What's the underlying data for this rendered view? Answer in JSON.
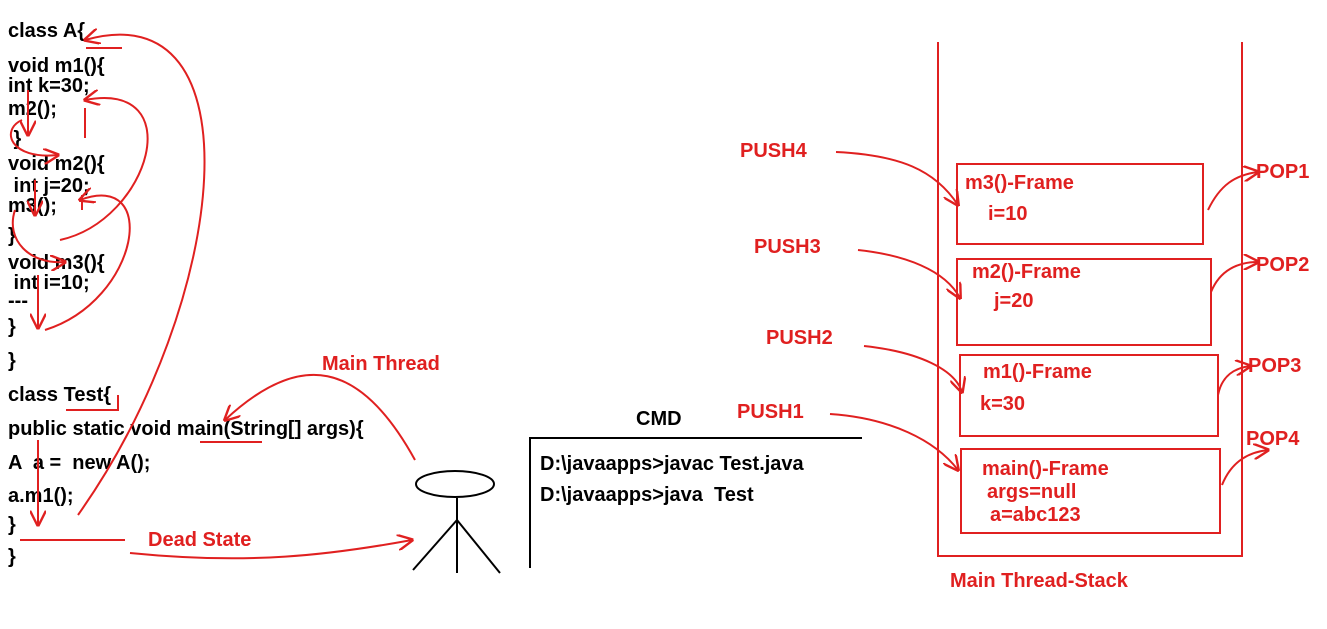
{
  "code_lines": [
    "class A{",
    "void m1(){",
    "int k=30;",
    "m2();",
    " }",
    "void m2(){",
    " int j=20;",
    "m3();",
    "}",
    "void m3(){",
    " int i=10;",
    "---",
    "}",
    "}",
    "class Test{",
    "public static void main(String[] args){",
    "A  a =  new A();",
    "a.m1();",
    "}",
    "}"
  ],
  "labels": {
    "main_thread": "Main Thread",
    "dead_state": "Dead State",
    "cmd_title": "CMD",
    "stack_title": "Main Thread-Stack"
  },
  "cmd_lines": [
    "D:\\javaapps>javac Test.java",
    "D:\\javaapps>java  Test"
  ],
  "push_labels": [
    "PUSH4",
    "PUSH3",
    "PUSH2",
    "PUSH1"
  ],
  "pop_labels": [
    "POP1",
    "POP2",
    "POP3",
    "POP4"
  ],
  "frames": [
    {
      "name": "m3()-Frame",
      "vars": [
        "i=10"
      ]
    },
    {
      "name": "m2()-Frame",
      "vars": [
        "j=20"
      ]
    },
    {
      "name": "m1()-Frame",
      "vars": [
        "k=30"
      ]
    },
    {
      "name": "main()-Frame",
      "vars": [
        "args=null",
        "a=abc123"
      ]
    }
  ],
  "colors": {
    "annotation": "#e02020",
    "text": "#000000"
  }
}
